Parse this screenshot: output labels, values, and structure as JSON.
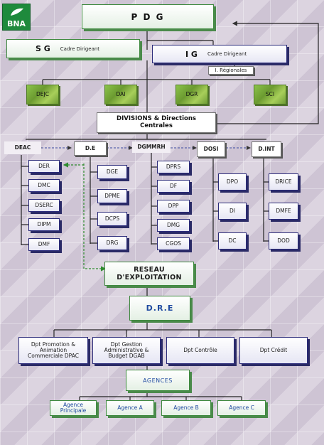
{
  "logo": {
    "text": "BNA"
  },
  "pdg": {
    "label": "P D G"
  },
  "sg": {
    "label": "S G",
    "sub": "Cadre Dirigeant"
  },
  "ig": {
    "label": "I G",
    "sub": "Cadre Dirigeant"
  },
  "regionales": {
    "label": "I. Régionales"
  },
  "top_units": [
    "DEJC",
    "DAI",
    "DGR",
    "SCI"
  ],
  "divisions": {
    "label": "DIVISIONS  &  Directions Centrales"
  },
  "division_heads": [
    "DEAC",
    "D.E",
    "DGMMRH",
    "DOSI",
    "D.INT"
  ],
  "sub_units": {
    "deac": [
      "DER",
      "DMC",
      "DSERC",
      "DIPM",
      "DMF"
    ],
    "de": [
      "DGE",
      "DPME",
      "DCPS",
      "DRG"
    ],
    "dgmmrh": [
      "DPRS",
      "DF",
      "DPP",
      "DMG",
      "CGOS"
    ],
    "dosi": [
      "DPO",
      "DI",
      "DC"
    ],
    "dint": [
      "DRICE",
      "DMFE",
      "DOD"
    ]
  },
  "reseau": {
    "label": "RESEAU D'EXPLOITATION"
  },
  "dre": {
    "label": "D.R.E"
  },
  "dpts": [
    "Dpt Promotion & Animation Commerciale DPAC",
    "Dpt Gestion Administrative & Budget DGAB",
    "Dpt Contrôle",
    "Dpt Crédit"
  ],
  "agences": {
    "label": "AGENCES"
  },
  "agency_list": [
    "Agence Principale",
    "Agence A",
    "Agence B",
    "Agence C"
  ],
  "colors": {
    "blue_shadow": "#2a2a66",
    "green_shadow": "#4a8a4a",
    "logo_green": "#1e8a3c"
  }
}
